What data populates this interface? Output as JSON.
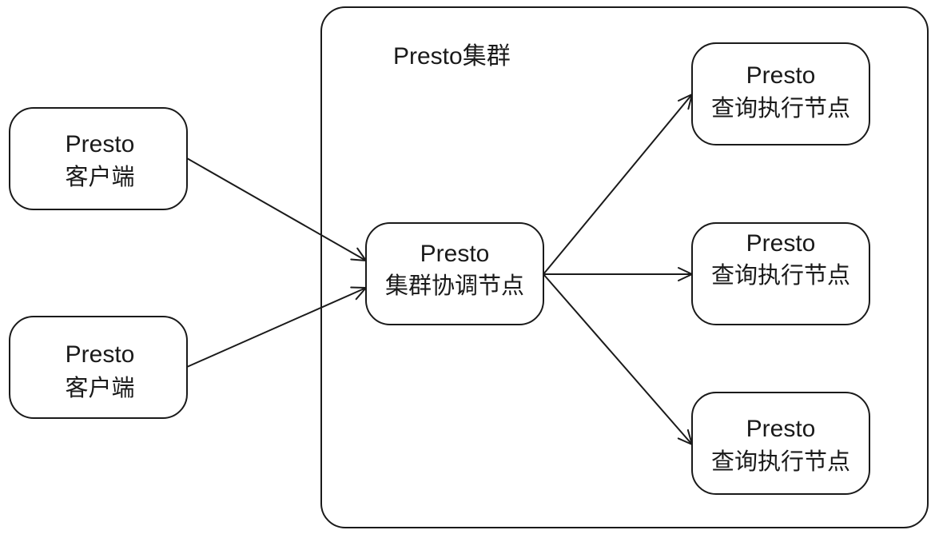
{
  "cluster": {
    "label": "Presto集群"
  },
  "clients": [
    {
      "line1": "Presto",
      "line2": "客户端"
    },
    {
      "line1": "Presto",
      "line2": "客户端"
    }
  ],
  "coordinator": {
    "line1": "Presto",
    "line2": "集群协调节点"
  },
  "workers": [
    {
      "line1": "Presto",
      "line2": "查询执行节点"
    },
    {
      "line1": "Presto",
      "line2": "查询执行节点"
    },
    {
      "line1": "Presto",
      "line2": "查询执行节点"
    }
  ],
  "colors": {
    "stroke": "#1a1a1a",
    "fill": "#ffffff"
  }
}
